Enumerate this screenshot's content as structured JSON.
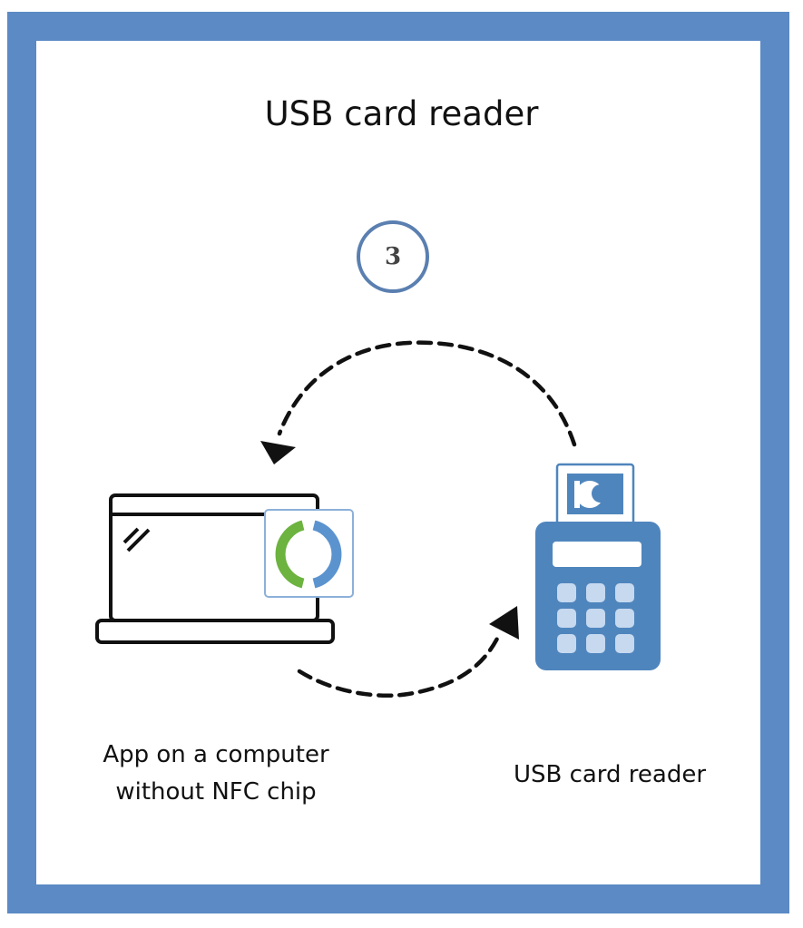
{
  "title": "USB card reader",
  "step_number": "3",
  "labels": {
    "computer_line1": "App on a computer",
    "computer_line2": "without NFC chip",
    "reader": "USB card reader"
  },
  "icons": {
    "laptop": "laptop-icon",
    "app_logo": "app-logo-icon",
    "card_reader": "usb-card-reader-icon",
    "id_card": "id-card-icon",
    "arrow_to_computer": "dashed-arrow-to-computer-icon",
    "arrow_to_reader": "dashed-arrow-to-reader-icon"
  },
  "colors": {
    "frame": "#5b8ac5",
    "reader": "#4f85bd",
    "keys": "#c6d9ef",
    "badge_border": "#5a7fb0",
    "logo_green": "#6cb33f",
    "logo_blue": "#5b93cf"
  }
}
